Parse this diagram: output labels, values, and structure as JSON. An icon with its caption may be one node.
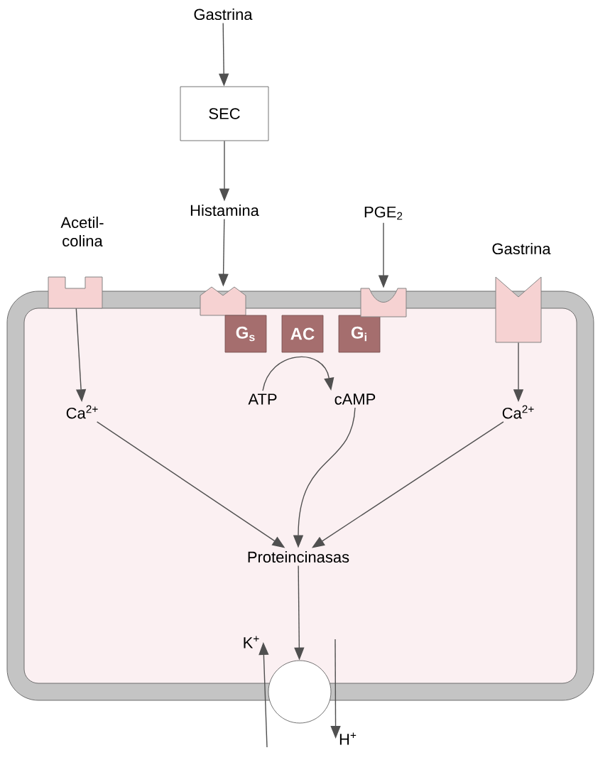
{
  "diagram": {
    "nodes": [
      {
        "text": [
          "Gastrina"
        ]
      },
      {
        "text": [
          "SEC"
        ]
      },
      {
        "text": [
          "Histamina"
        ]
      },
      {
        "text": [
          "Acetil- colina"
        ]
      },
      {
        "text": [
          "PGE$_{2}$"
        ]
      },
      {
        "text": [
          "Gastrina"
        ]
      },
      {
        "text": [],
        "shape": "box"
      },
      {
        "text": [],
        "shape": "box"
      },
      {
        "text": [],
        "shape": "box"
      },
      {
        "text": [
          "G$_{s}$"
        ],
        "in": 6
      },
      {
        "text": [
          "AC"
        ],
        "in": 6
      },
      {
        "text": [
          "G$_{i}$"
        ],
        "in": 6
      },
      {
        "text": [],
        "shape": "box"
      },
      {
        "text": [],
        "shape": "box"
      },
      {
        "text": [
          "Ca$^{2+}$"
        ],
        "in": 6
      },
      {
        "text": [
          "ATP"
        ],
        "in": 6
      },
      {
        "text": [
          "cAMP"
        ],
        "in": 6
      },
      {
        "text": [
          "Ca$^{2+}$"
        ],
        "in": 6
      },
      {
        "text": [
          "Proteincinasas"
        ],
        "in": 6
      },
      {
        "text": [],
        "shape": "circle"
      },
      {
        "text": [
          "K$^{+}$"
        ],
        "in": 6
      },
      {
        "text": [
          "H$^{+}$"
        ]
      }
    ],
    "edges": [
      {
        "from": 0,
        "to": 1,
        "arrow": "to"
      },
      {
        "from": 1,
        "to": 2,
        "arrow": "to"
      },
      {
        "from": 2,
        "to": 8,
        "arrow": "to"
      },
      {
        "from": 4,
        "to": 12,
        "arrow": "to"
      },
      {
        "from": 7,
        "to": 14,
        "arrow": "to"
      },
      {
        "from": 13,
        "to": 17,
        "arrow": "to"
      },
      {
        "from": 15,
        "to": 16,
        "arrow": "to"
      },
      {
        "from": 14,
        "to": 18,
        "arrow": "to"
      },
      {
        "from": 16,
        "to": 18,
        "arrow": "to"
      },
      {
        "from": 17,
        "to": 18,
        "arrow": "to"
      },
      {
        "from": 18,
        "to": 19,
        "arrow": "to"
      },
      {
        "from": null,
        "to": 20,
        "arrow": "to"
      },
      {
        "from": null,
        "to": 21,
        "arrow": "to"
      }
    ]
  }
}
